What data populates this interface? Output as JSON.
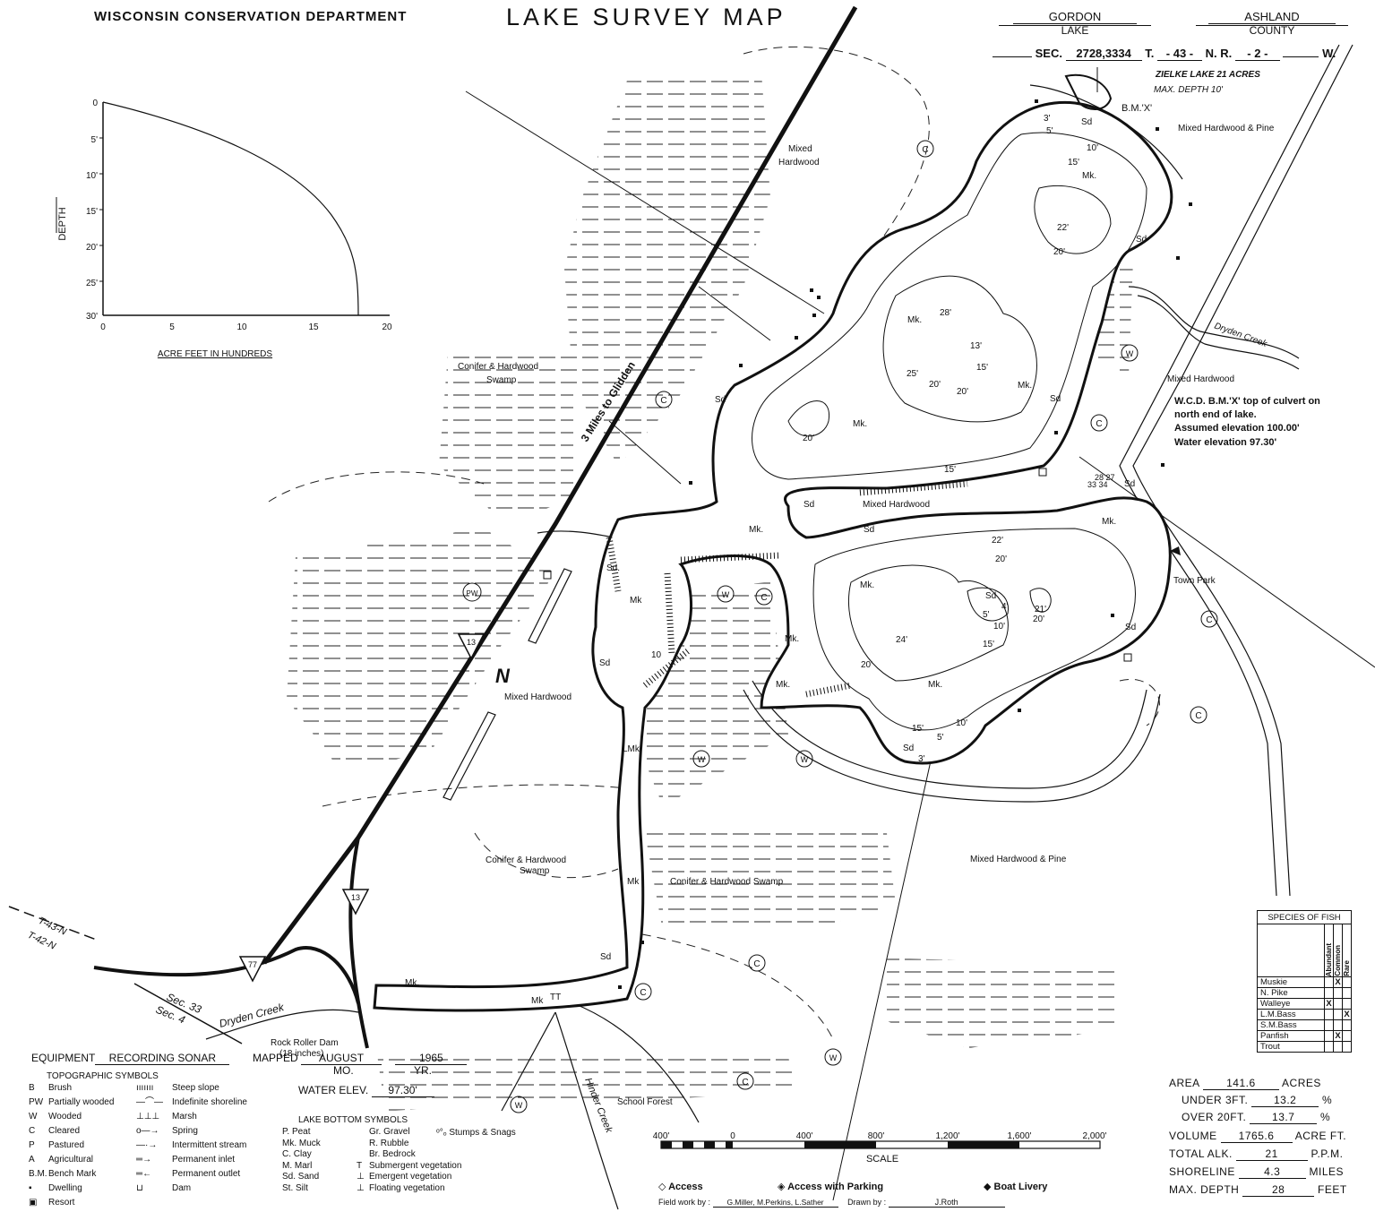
{
  "header": {
    "department": "WISCONSIN CONSERVATION DEPARTMENT",
    "title": "LAKE SURVEY MAP",
    "lake_name": "GORDON",
    "lake_label": "LAKE",
    "county_name": "ASHLAND",
    "county_label": "COUNTY",
    "sec_label": "SEC.",
    "sec_value": "2728,3334",
    "t_label": "T.",
    "t_value": "- 43 -",
    "n_label": "N. R.",
    "r_value": "- 2 -",
    "w_label": "W."
  },
  "curve": {
    "y_title": "DEPTH",
    "x_title": "ACRE FEET IN HUNDREDS",
    "y_ticks": [
      "0",
      "5'",
      "10'",
      "15'",
      "20'",
      "25'",
      "30'"
    ],
    "x_ticks": [
      "0",
      "5",
      "10",
      "15",
      "20"
    ]
  },
  "map_labels": {
    "zielke": "ZIELKE LAKE 21 ACRES",
    "zielke_depth": "MAX. DEPTH 10'",
    "bm_x": "B.M.'X'",
    "mixed_hardwood_pine_ne": "Mixed Hardwood & Pine",
    "mixed_hardwood_n": "Mixed",
    "mixed_hardwood_n2": "Hardwood",
    "dryden_creek_e": "Dryden Creek",
    "mixed_hardwood_e": "Mixed Hardwood",
    "bm_note1": "W.C.D. B.M.'X' top of culvert on",
    "bm_note2": "north end of lake.",
    "bm_note3": "Assumed elevation 100.00'",
    "bm_note4": "Water elevation 97.30'",
    "conifer_swamp_nw1": "Conifer & Hardwood",
    "conifer_swamp_nw2": "Swamp",
    "glidden": "3 Miles to Glidden",
    "mixed_hardwood_mid": "Mixed Hardwood",
    "mixed_hardwood_w": "Mixed Hardwood",
    "town_park": "Town Park",
    "conifer_swamp_s1": "Conifer & Hardwood",
    "conifer_swamp_s2": "Swamp",
    "conifer_swamp_s3": "Conifer & Hardwood Swamp",
    "mixed_hardwood_pine_se": "Mixed Hardwood & Pine",
    "t43": "T-43-N",
    "t42": "T-42-N",
    "sec33": "Sec. 33",
    "sec4": "Sec. 4",
    "dryden_creek_sw": "Dryden Creek",
    "rock_roller1": "Rock Roller Dam",
    "rock_roller2": "(18 inches)",
    "hinder_creek": "Hinder Creek",
    "school_forest": "School Forest",
    "hwy13a": "13",
    "hwy13b": "13",
    "hwy77": "77",
    "north": "N",
    "sec_corner1": "28 27",
    "sec_corner2": "33 34"
  },
  "depths": {
    "d22a": "22'",
    "d20a": "20'",
    "d28": "28'",
    "d13": "13'",
    "d15a": "15'",
    "d25": "25'",
    "d20b": "20'",
    "d20c": "20'",
    "d20d": "20'",
    "d15b": "15'",
    "d10a": "10'",
    "d15c": "15'",
    "d3a": "3'",
    "d5a": "5'",
    "d22b": "22'",
    "d20e": "20'",
    "d5b": "5'",
    "d4": "4'",
    "d10b": "10'",
    "d21": "21'",
    "d20f": "20'",
    "d15d": "15'",
    "d24": "24'",
    "d20g": "20'",
    "d15e": "15'",
    "d10c": "10'",
    "d5c": "5'",
    "d3b": "3'",
    "d10d": "10"
  },
  "bottom_marks": {
    "mk": "Mk.",
    "mk2": "Mk",
    "lmk": "LMk.",
    "sd": "Sd",
    "sd2": "Sd.",
    "tt": "TT",
    "cleared": "C",
    "wooded": "W",
    "brush": "PW"
  },
  "fish": {
    "title": "SPECIES OF FISH",
    "cols": [
      "Abundant",
      "Common",
      "Rare"
    ],
    "rows": [
      {
        "name": "Muskie",
        "marks": [
          "",
          "X",
          ""
        ]
      },
      {
        "name": "N. Pike",
        "marks": [
          "",
          "",
          ""
        ]
      },
      {
        "name": "Walleye",
        "marks": [
          "X",
          "",
          ""
        ]
      },
      {
        "name": "L.M.Bass",
        "marks": [
          "",
          "",
          "X"
        ]
      },
      {
        "name": "S.M.Bass",
        "marks": [
          "",
          "",
          ""
        ]
      },
      {
        "name": "Panfish",
        "marks": [
          "",
          "X",
          ""
        ]
      },
      {
        "name": "Trout",
        "marks": [
          "",
          "",
          ""
        ]
      }
    ]
  },
  "stats": {
    "area_label": "AREA",
    "area_value": "141.6",
    "area_unit": "ACRES",
    "under_label": "UNDER 3FT.",
    "under_value": "13.2",
    "under_unit": "%",
    "over_label": "OVER 20FT.",
    "over_value": "13.7",
    "over_unit": "%",
    "volume_label": "VOLUME",
    "volume_value": "1765.6",
    "volume_unit": "ACRE FT.",
    "alk_label": "TOTAL ALK.",
    "alk_value": "21",
    "alk_unit": "P.P.M.",
    "shore_label": "SHORELINE",
    "shore_value": "4.3",
    "shore_unit": "MILES",
    "maxd_label": "MAX. DEPTH",
    "maxd_value": "28",
    "maxd_unit": "FEET"
  },
  "footer": {
    "equipment_label": "EQUIPMENT",
    "equipment_value": "RECORDING SONAR",
    "mapped_label": "MAPPED",
    "mapped_month": "AUGUST",
    "mapped_year": "1965",
    "mo_label": "MO.",
    "yr_label": "YR.",
    "water_label": "WATER ELEV.",
    "water_value": "97.30'",
    "topo_title": "TOPOGRAPHIC SYMBOLS",
    "topo_left": [
      {
        "sym": "B",
        "text": "Brush"
      },
      {
        "sym": "PW",
        "text": "Partially wooded"
      },
      {
        "sym": "W",
        "text": "Wooded"
      },
      {
        "sym": "C",
        "text": "Cleared"
      },
      {
        "sym": "P",
        "text": "Pastured"
      },
      {
        "sym": "A",
        "text": "Agricultural"
      },
      {
        "sym": "B.M.",
        "text": "Bench Mark"
      },
      {
        "sym": "▪",
        "text": "Dwelling"
      },
      {
        "sym": "▣",
        "text": "Resort"
      }
    ],
    "topo_right": [
      "Steep slope",
      "Indefinite shoreline",
      "Marsh",
      "Spring",
      "Intermittent stream",
      "Permanent inlet",
      "Permanent outlet",
      "Dam"
    ],
    "bottom_title": "LAKE BOTTOM SYMBOLS",
    "bottom_col1": [
      "P. Peat",
      "Mk. Muck",
      "C. Clay",
      "M. Marl",
      "Sd. Sand",
      "St. Silt"
    ],
    "bottom_col2": [
      "Gr. Gravel",
      "R. Rubble",
      "Br. Bedrock",
      "Submergent vegetation",
      "Emergent vegetation",
      "Floating vegetation"
    ],
    "bottom_col2_syms": [
      "",
      "",
      "",
      "T",
      "⊥",
      "⊥"
    ],
    "stumps": "Stumps & Snags",
    "scale_label": "SCALE",
    "scale_ticks": [
      "400'",
      "0",
      "400'",
      "800'",
      "1,200'",
      "1,600'",
      "2,000'"
    ],
    "legend_access": "Access",
    "legend_parking": "Access with Parking",
    "legend_livery": "Boat Livery",
    "field_label": "Field work by :",
    "field_value": "G.Miller, M.Perkins, L.Sather",
    "drawn_label": "Drawn by :",
    "drawn_value": "J.Roth"
  }
}
